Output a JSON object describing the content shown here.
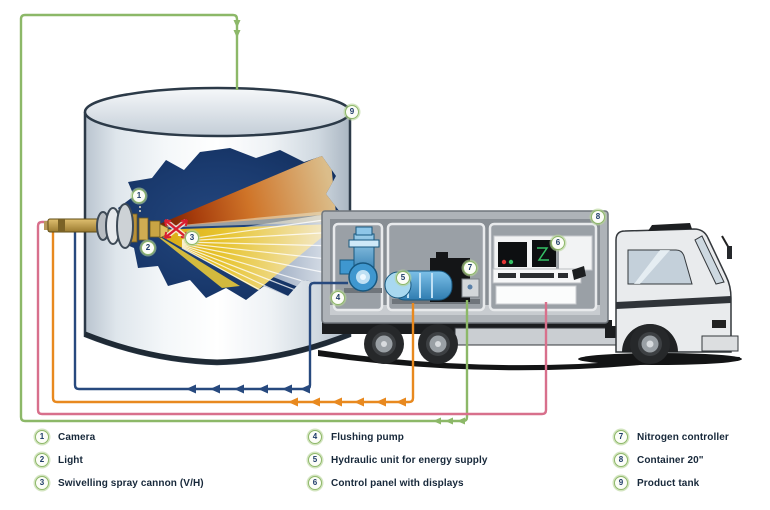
{
  "legend": {
    "items": [
      {
        "num": "1",
        "label": "Camera"
      },
      {
        "num": "2",
        "label": "Light"
      },
      {
        "num": "3",
        "label": "Swivelling spray cannon (V/H)"
      },
      {
        "num": "4",
        "label": "Flushing pump"
      },
      {
        "num": "5",
        "label": "Hydraulic unit for energy supply"
      },
      {
        "num": "6",
        "label": "Control panel with displays"
      },
      {
        "num": "7",
        "label": "Nitrogen controller"
      },
      {
        "num": "8",
        "label": "Container 20\""
      },
      {
        "num": "9",
        "label": "Product tank"
      }
    ]
  },
  "colors": {
    "line_green": "#8cb868",
    "line_blue": "#27497e",
    "line_orange": "#e8891f",
    "line_pink": "#d8708c",
    "marker_ring": "#8fb86a",
    "marker_text": "#1c3a68",
    "tank_outline": "#2c3a48",
    "spray_red": "#b84512",
    "spray_yellow": "#e7c42e"
  }
}
